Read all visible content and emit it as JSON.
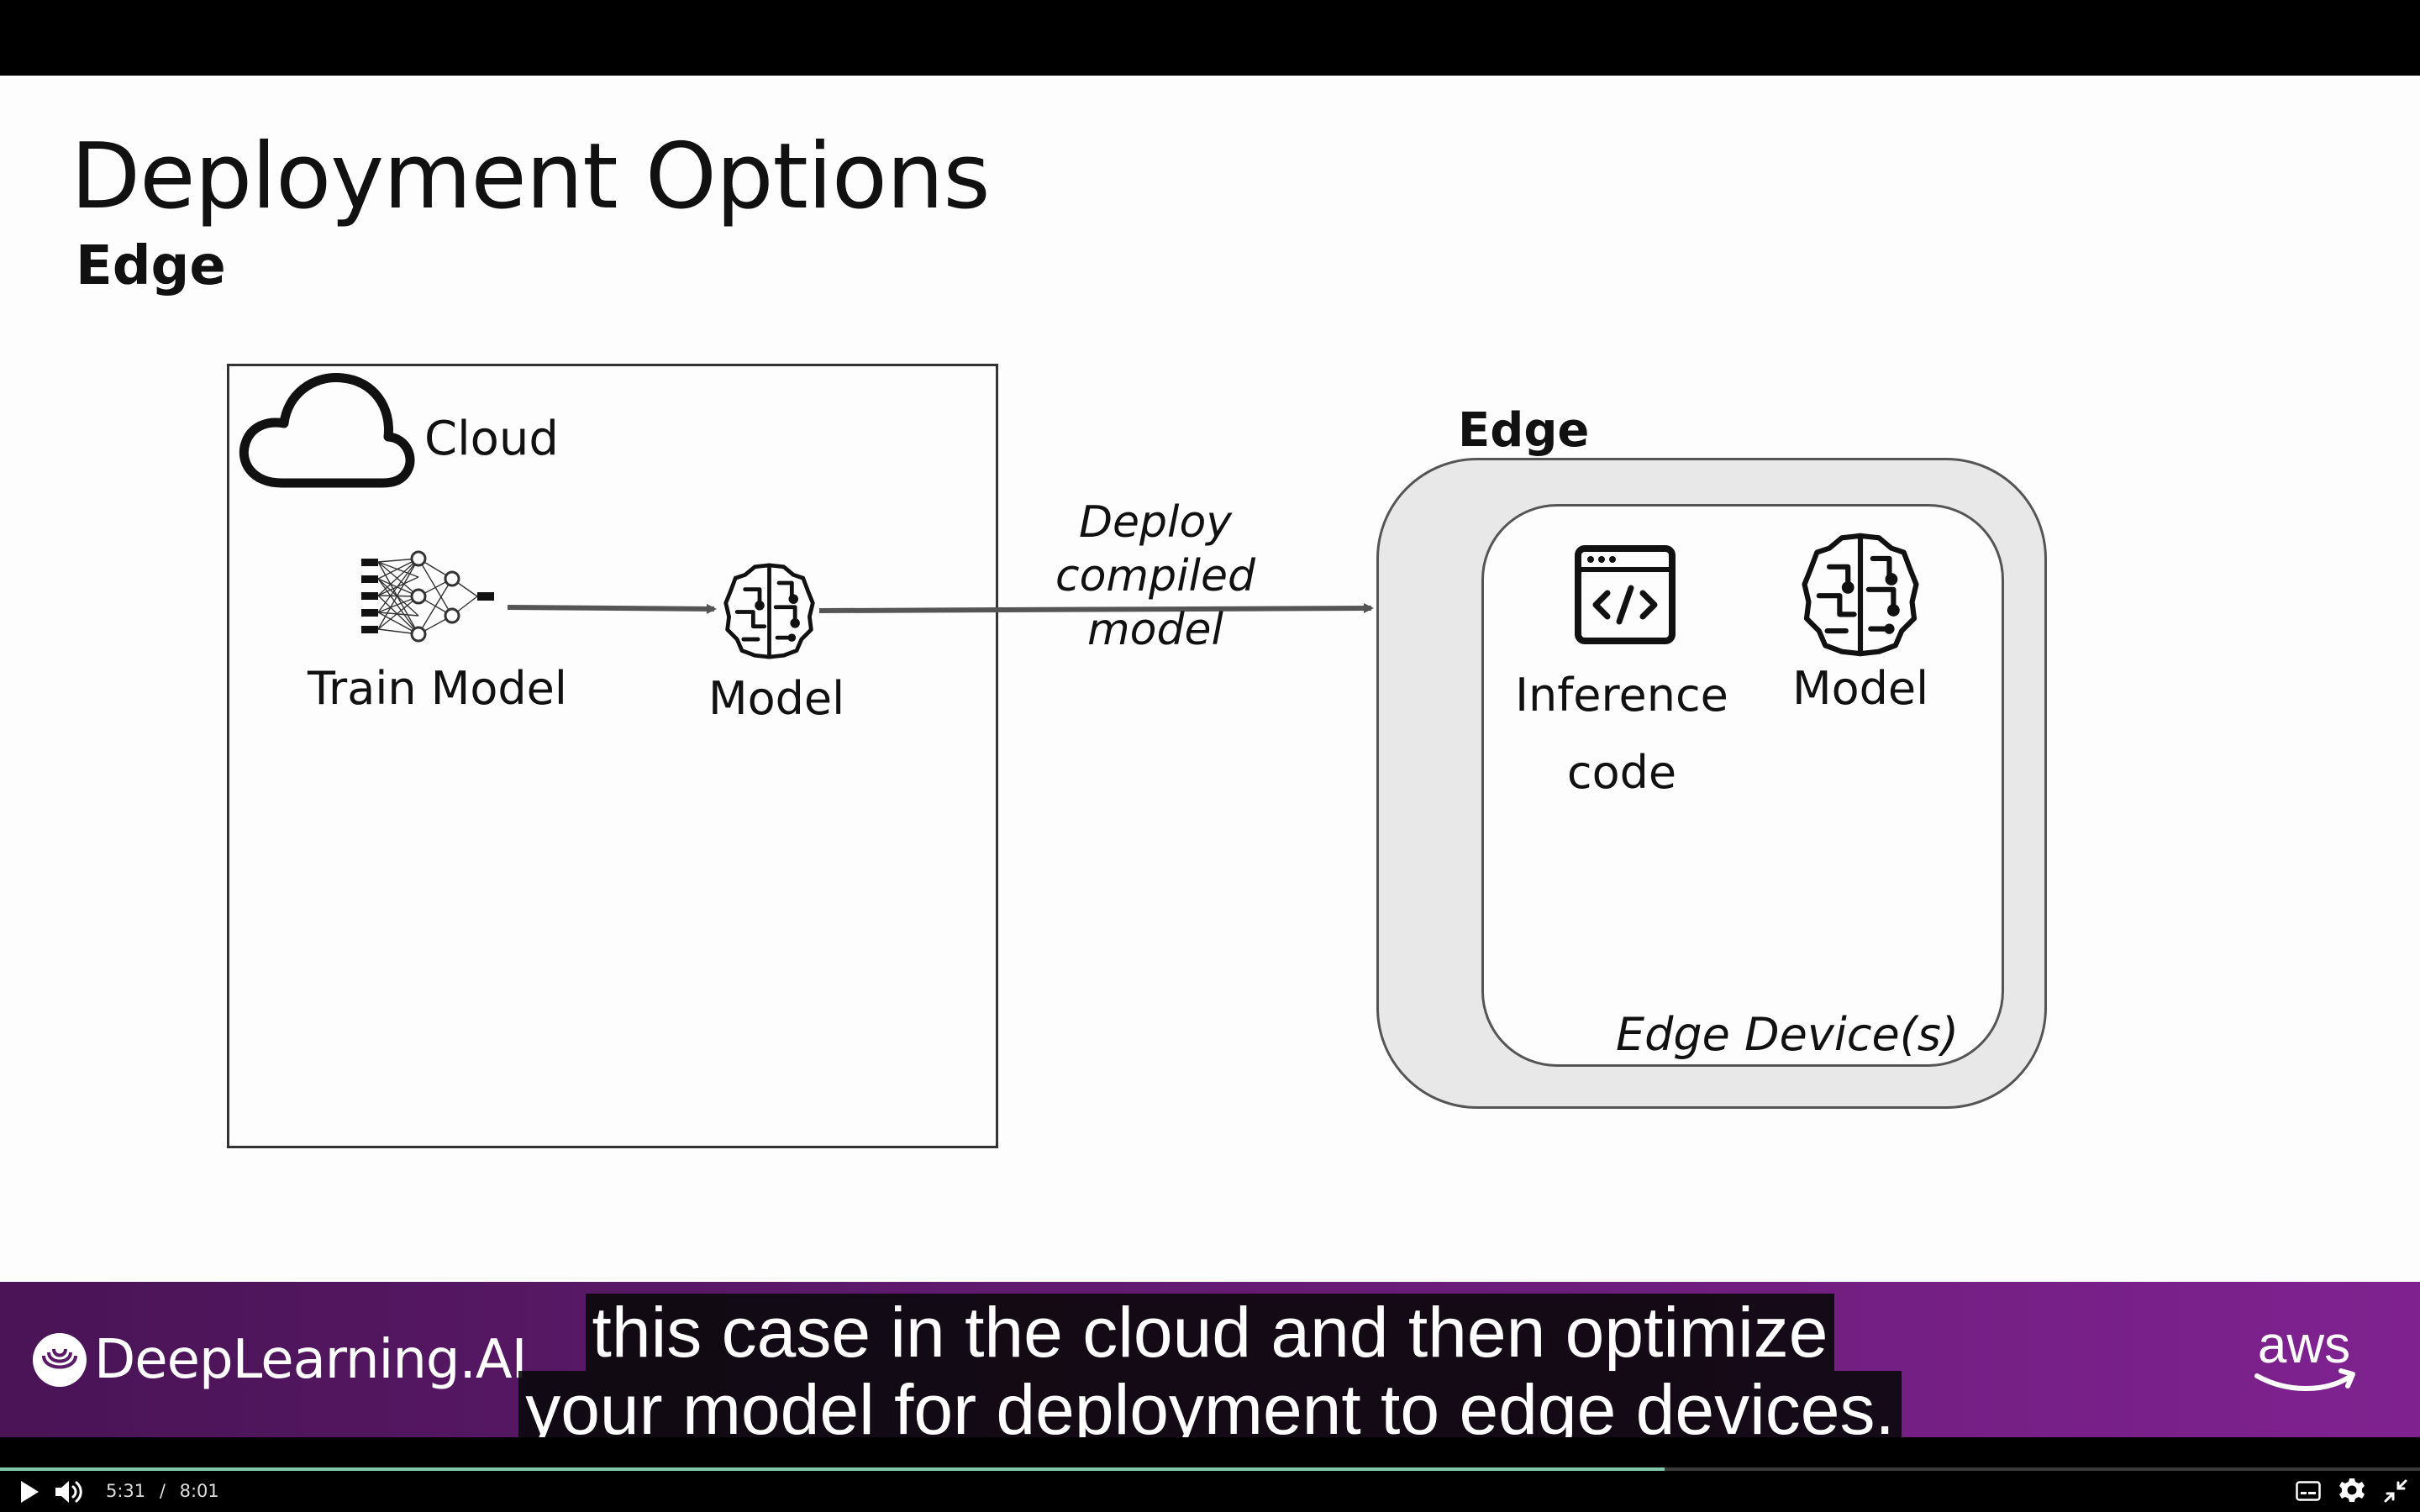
{
  "slide": {
    "title": "Deployment Options",
    "subtitle": "Edge",
    "cloud_box": {
      "label": "Cloud",
      "icon": "cloud-icon"
    },
    "train": {
      "label": "Train Model",
      "icon": "neural-network-icon"
    },
    "model_cloud": {
      "label": "Model",
      "icon": "brain-icon"
    },
    "deploy_arrow_label": [
      "Deploy",
      "compiled model"
    ],
    "edge_group": {
      "label": "Edge",
      "inference": {
        "label": [
          "Inference",
          "code"
        ],
        "icon": "code-window-icon"
      },
      "model": {
        "label": "Model",
        "icon": "brain-icon"
      },
      "device_label": "Edge Device(s)"
    }
  },
  "branding": {
    "left_logo": "DeepLearning.AI",
    "right_logo": "aws",
    "footer_colors": [
      "#4a1456",
      "#7f2290"
    ]
  },
  "captions": {
    "line1": "this case in the cloud and then optimize",
    "line2": "your model for deployment to edge devices."
  },
  "player": {
    "current_time": "5:31",
    "separator": "/",
    "duration": "8:01",
    "progress": 0.688,
    "progress_color": "#7fc8a9"
  }
}
